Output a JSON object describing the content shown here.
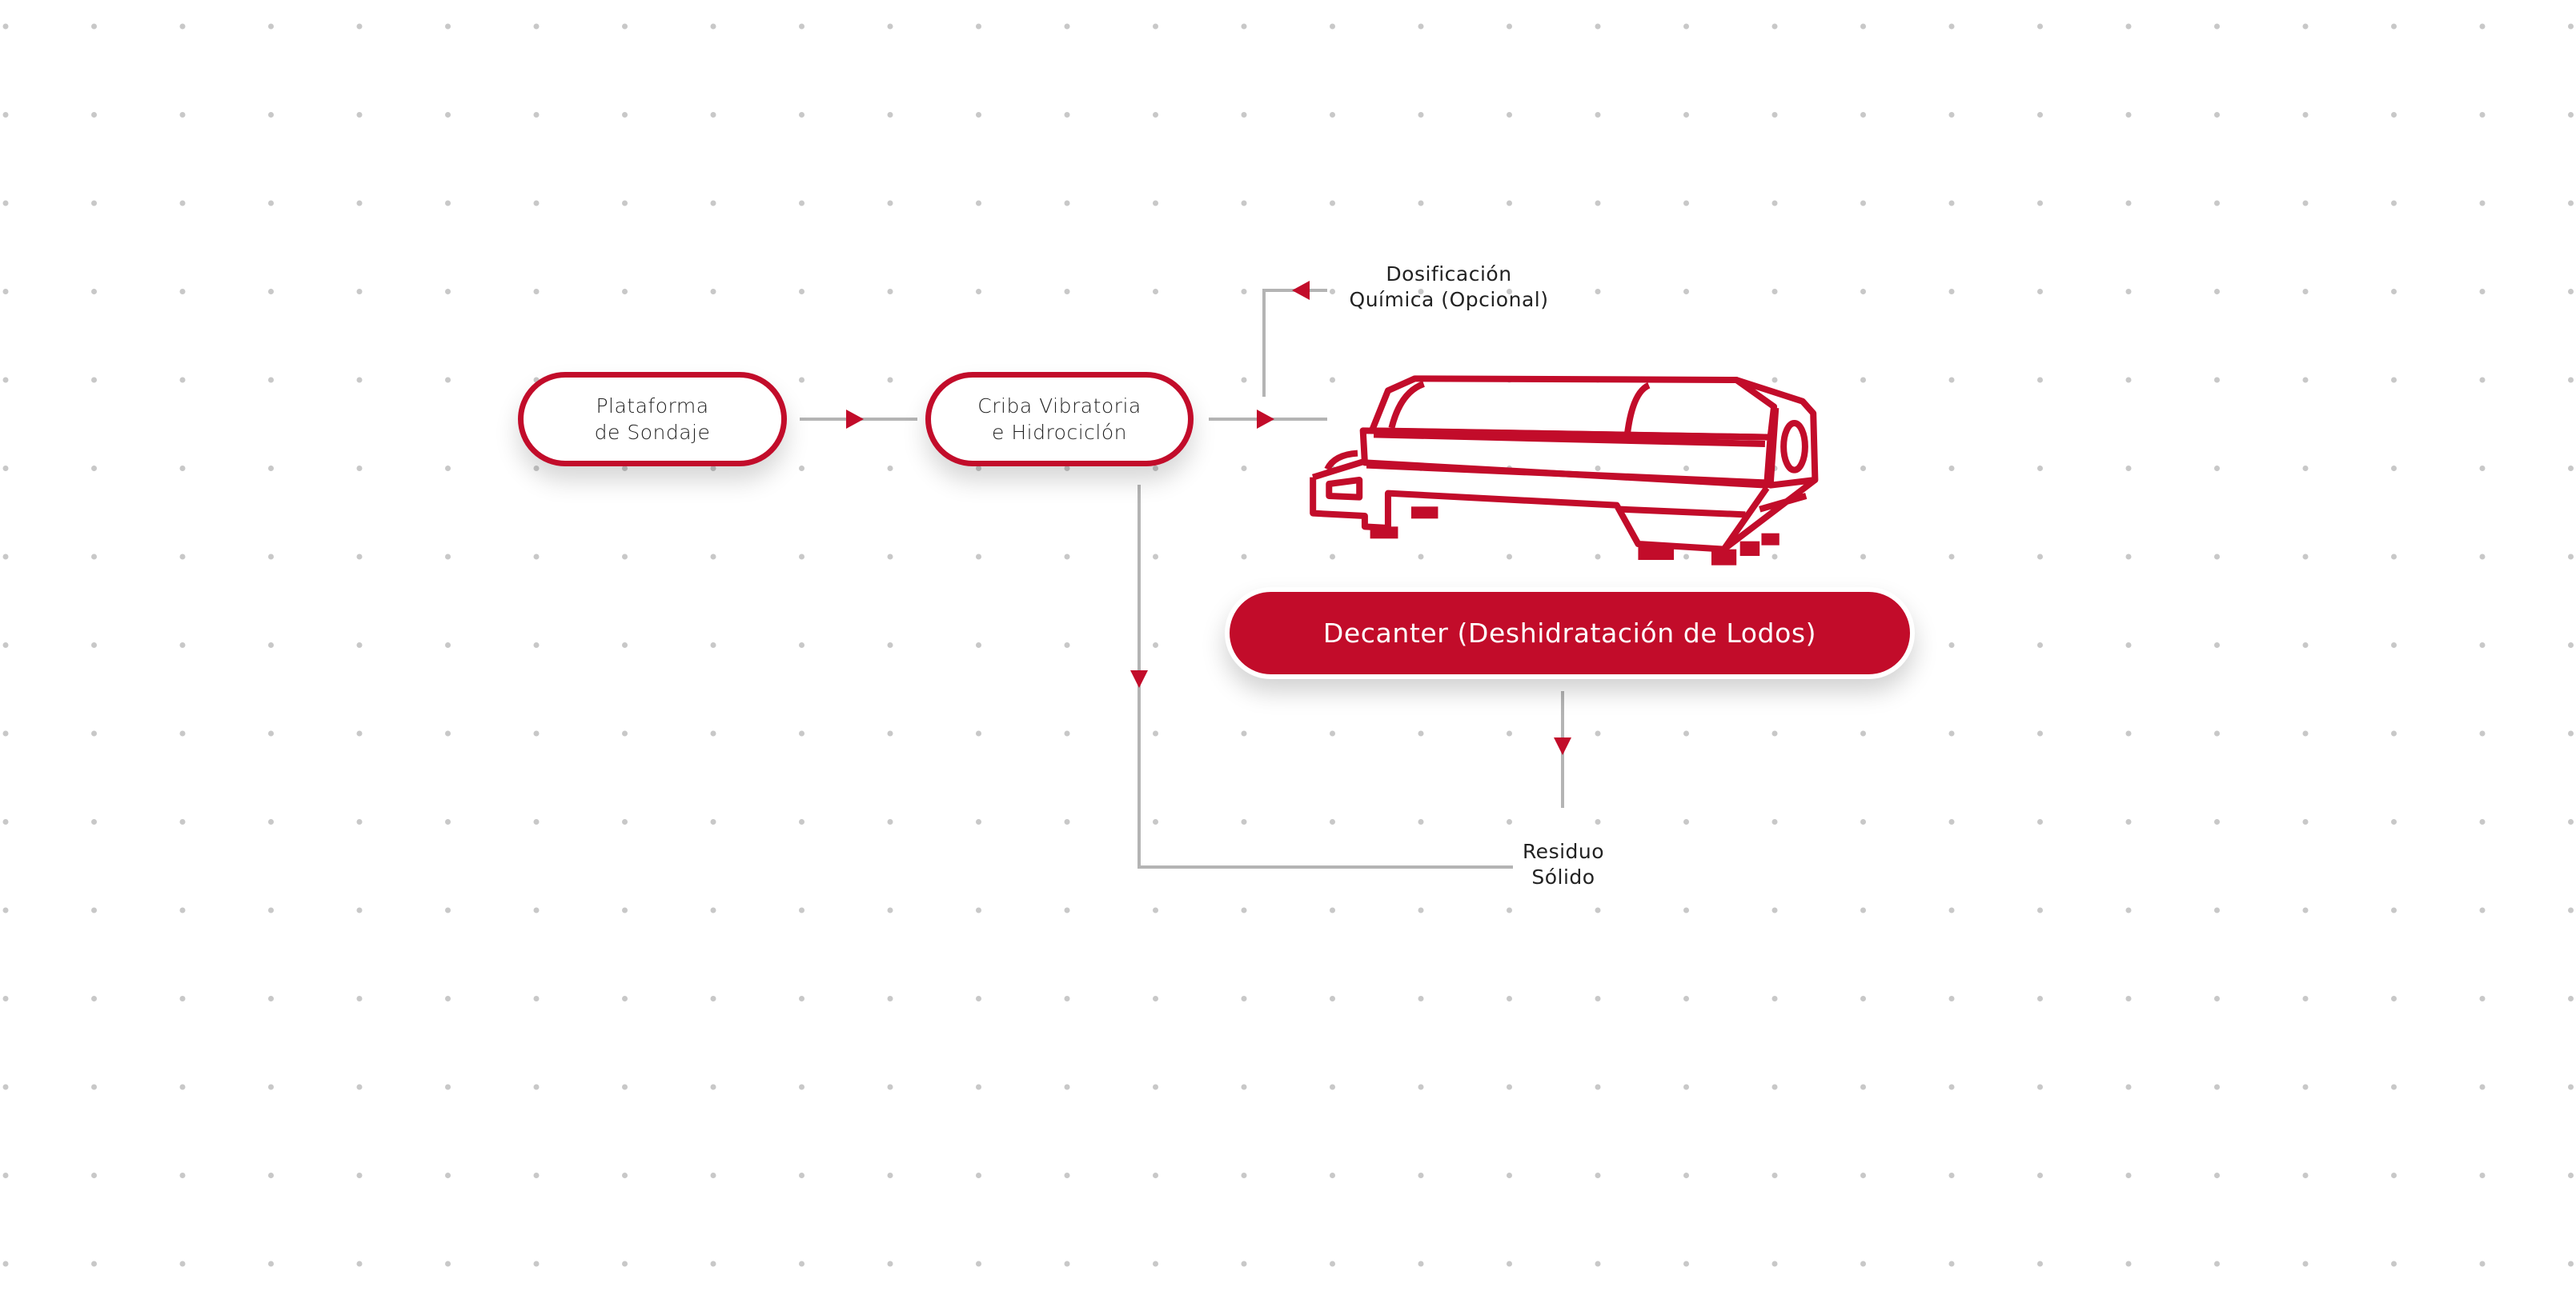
{
  "nodes": {
    "plataforma": [
      "Plataforma",
      "de Sondaje"
    ],
    "criba": [
      "Criba Vibratoria",
      "e Hidrociclón"
    ],
    "decanter": "Decanter (Deshidratación de Lodos)"
  },
  "labels": {
    "dosificacion": [
      "Dosificación",
      "Química (Opcional)"
    ],
    "residuo": [
      "Residuo",
      "Sólido"
    ]
  },
  "colors": {
    "accent": "#c20c2a",
    "connector": "#b4b4b4",
    "dots": "#c8c8c8"
  },
  "icons": {
    "machine": "decanter-centrifuge-icon"
  }
}
